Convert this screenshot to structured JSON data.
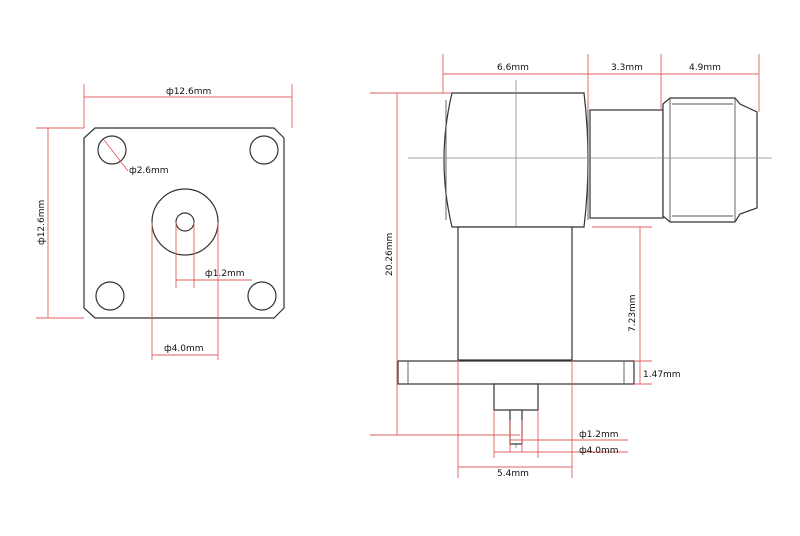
{
  "colors": {
    "dimension_line": "#e06060",
    "outline": "#333333",
    "text": "#111111",
    "background": "#ffffff"
  },
  "front_view": {
    "flange_width": "ф12.6mm",
    "flange_height": "ф12.6mm",
    "hole_diameter": "ф2.6mm",
    "pin_diameter": "ф1.2mm",
    "dielectric_diameter": "ф4.0mm"
  },
  "side_view": {
    "body_width": "6.6mm",
    "neck_length": "3.3mm",
    "connector_length": "4.9mm",
    "total_height": "20.26mm",
    "stem_height": "7.23mm",
    "flange_thickness": "1.47mm",
    "pin_diameter": "ф1.2mm",
    "dielectric_diameter": "ф4.0mm",
    "stem_width": "5.4mm"
  }
}
